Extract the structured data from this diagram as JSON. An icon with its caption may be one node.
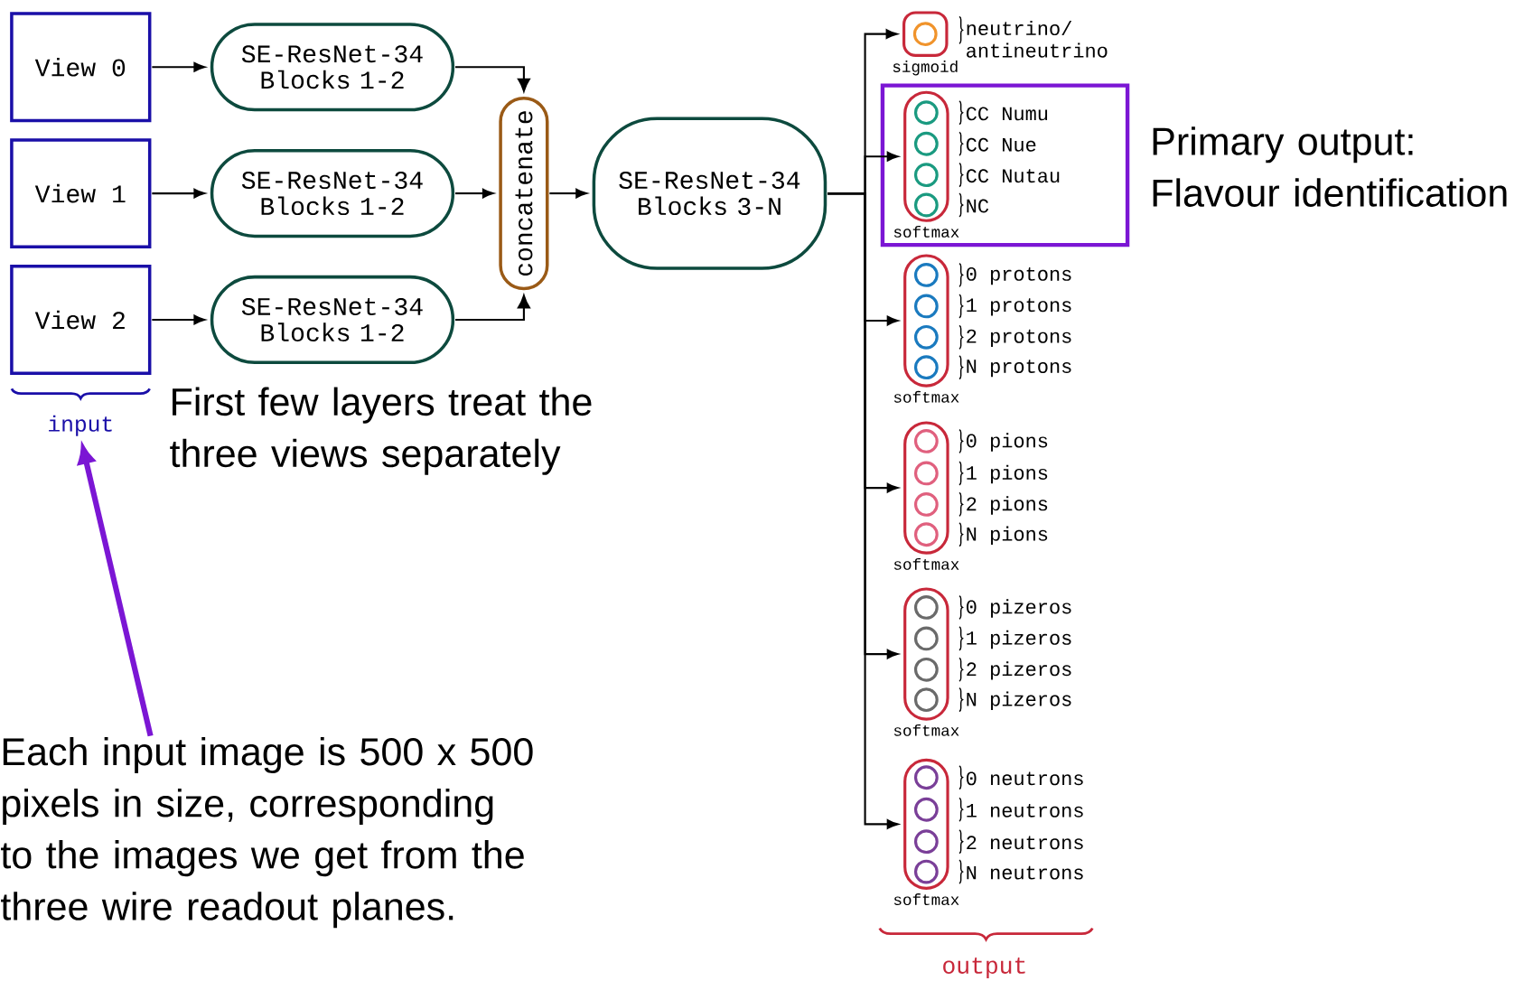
{
  "diagram": {
    "nodes": [
      {
        "text": [
          "View 0"
        ]
      },
      {
        "text": [
          "View 1"
        ]
      },
      {
        "text": [
          "View 2"
        ]
      },
      {
        "text": [
          "SE-ResNet-34 Blocks 1-2"
        ]
      },
      {
        "text": [
          "SE-ResNet-34 Blocks 1-2"
        ]
      },
      {
        "text": [
          "SE-ResNet-34 Blocks 1-2"
        ]
      },
      {
        "text": [
          "concatenate"
        ]
      },
      {
        "text": [
          "SE-ResNet-34 Blocks 3-N"
        ]
      },
      {
        "text": [
          "sigmoid"
        ]
      },
      {
        "text": [],
        "shape": "circle",
        "in": 8,
        "beside": [
          "neutrino/ antineutrino"
        ]
      },
      {
        "text": [
          "Primary output: Flavour identification"
        ]
      },
      {
        "text": [
          "softmax"
        ],
        "in": 10
      },
      {
        "text": [],
        "shape": "circle",
        "in": 11,
        "beside": [
          "CC Numu"
        ]
      },
      {
        "text": [],
        "shape": "circle",
        "in": 11,
        "beside": [
          "CC Nue"
        ]
      },
      {
        "text": [],
        "shape": "circle",
        "in": 11,
        "beside": [
          "CC Nutau"
        ]
      },
      {
        "text": [],
        "shape": "circle",
        "in": 11,
        "beside": [
          "NC"
        ]
      },
      {
        "text": [
          "softmax"
        ]
      },
      {
        "text": [],
        "shape": "circle",
        "in": 16,
        "beside": [
          "0 protons"
        ]
      },
      {
        "text": [],
        "shape": "circle",
        "in": 16,
        "beside": [
          "1 protons"
        ]
      },
      {
        "text": [],
        "shape": "circle",
        "in": 16,
        "beside": [
          "2 protons"
        ]
      },
      {
        "text": [],
        "shape": "circle",
        "in": 16,
        "beside": [
          "N protons"
        ]
      },
      {
        "text": [
          "softmax"
        ]
      },
      {
        "text": [],
        "shape": "circle",
        "in": 21,
        "beside": [
          "0 pions"
        ]
      },
      {
        "text": [],
        "shape": "circle",
        "in": 21,
        "beside": [
          "1 pions"
        ]
      },
      {
        "text": [],
        "shape": "circle",
        "in": 21,
        "beside": [
          "2 pions"
        ]
      },
      {
        "text": [],
        "shape": "circle",
        "in": 21,
        "beside": [
          "N pions"
        ]
      },
      {
        "text": [
          "softmax"
        ]
      },
      {
        "text": [],
        "shape": "circle",
        "in": 26,
        "beside": [
          "0 pizeros"
        ]
      },
      {
        "text": [],
        "shape": "circle",
        "in": 26,
        "beside": [
          "1 pizeros"
        ]
      },
      {
        "text": [],
        "shape": "circle",
        "in": 26,
        "beside": [
          "2 pizeros"
        ]
      },
      {
        "text": [],
        "shape": "circle",
        "in": 26,
        "beside": [
          "N pizeros"
        ]
      },
      {
        "text": [
          "softmax"
        ]
      },
      {
        "text": [],
        "shape": "circle",
        "in": 31,
        "beside": [
          "0 neutrons"
        ]
      },
      {
        "text": [],
        "shape": "circle",
        "in": 31,
        "beside": [
          "1 neutrons"
        ]
      },
      {
        "text": [],
        "shape": "circle",
        "in": 31,
        "beside": [
          "2 neutrons"
        ]
      },
      {
        "text": [],
        "shape": "circle",
        "in": 31,
        "beside": [
          "N neutrons"
        ]
      },
      {
        "text": [
          "input"
        ]
      },
      {
        "text": [
          "Each input image is 500 x 500 pixels in size, corresponding to the images we get from the three wire readout planes."
        ]
      }
    ],
    "edges": [
      {
        "from": 0,
        "to": 3,
        "arrow": "to"
      },
      {
        "from": 1,
        "to": 4,
        "arrow": "to"
      },
      {
        "from": 2,
        "to": 5,
        "arrow": "to"
      },
      {
        "from": 3,
        "to": 6,
        "arrow": "to"
      },
      {
        "from": 4,
        "to": 6,
        "arrow": "to"
      },
      {
        "from": 5,
        "to": 6,
        "arrow": "to"
      },
      {
        "from": 6,
        "to": 7,
        "arrow": "to"
      },
      {
        "from": 7,
        "to": 8,
        "arrow": "to"
      },
      {
        "from": 7,
        "to": 11,
        "arrow": "to"
      },
      {
        "from": 7,
        "to": 16,
        "arrow": "to"
      },
      {
        "from": 7,
        "to": 21,
        "arrow": "to"
      },
      {
        "from": 7,
        "to": 26,
        "arrow": "to"
      },
      {
        "from": 7,
        "to": 31,
        "arrow": "to"
      },
      {
        "from": 37,
        "to": 36,
        "arrow": "to",
        "style": "thick",
        "color": "#7b16d4"
      }
    ],
    "labels": [
      "First few layers treat the three views separately",
      "output"
    ]
  }
}
